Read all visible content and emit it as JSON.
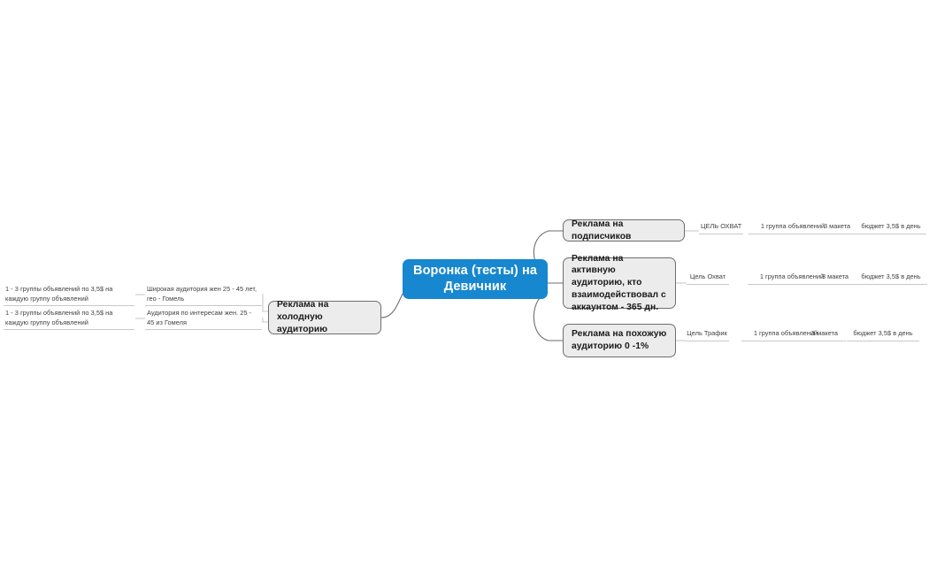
{
  "root": {
    "label": "Воронка (тесты) на Девичник",
    "color": "#1787d0",
    "text_color": "#ffffff"
  },
  "style": {
    "box_fill": "#ececec",
    "box_border": "#6e6e6e",
    "leaf_text": "#3f3f3f",
    "leaf_rule": "#c9c9c9",
    "background": "#ffffff"
  },
  "branches": {
    "right": [
      {
        "label": "Реклама на подписчиков",
        "children": [
          "ЦЕЛЬ ОХВАТ",
          "1 группа объявлений",
          "3 макета",
          "бюджет 3,5$ в день"
        ]
      },
      {
        "label": "Реклама на активную аудиторию, кто взаимодействовал с аккаунтом - 365 дн.",
        "children": [
          "Цель Охват",
          "1 группа объявлений",
          "3 макета",
          "бюджет 3,5$ в день"
        ]
      },
      {
        "label": "Реклама на похожую аудиторию 0 -1%",
        "children": [
          "Цель Трафик",
          "1 группа объявлений",
          "3 макета",
          "бюджет 3,5$ в день"
        ]
      }
    ],
    "left": [
      {
        "label": "Реклама на холодную аудиторию",
        "children": [
          {
            "label": "Широкая аудитория жен 25 - 45 лет, гео - Гомель",
            "children": [
              "1 - 3 группы объявлений по 3,5$ на каждую группу объявлений"
            ]
          },
          {
            "label": "Аудитория по интересам жен. 25 - 45 из Гомеля",
            "children": [
              "1 - 3 группы объявлений по 3,5$ на каждую группу объявлений"
            ]
          }
        ]
      }
    ]
  }
}
